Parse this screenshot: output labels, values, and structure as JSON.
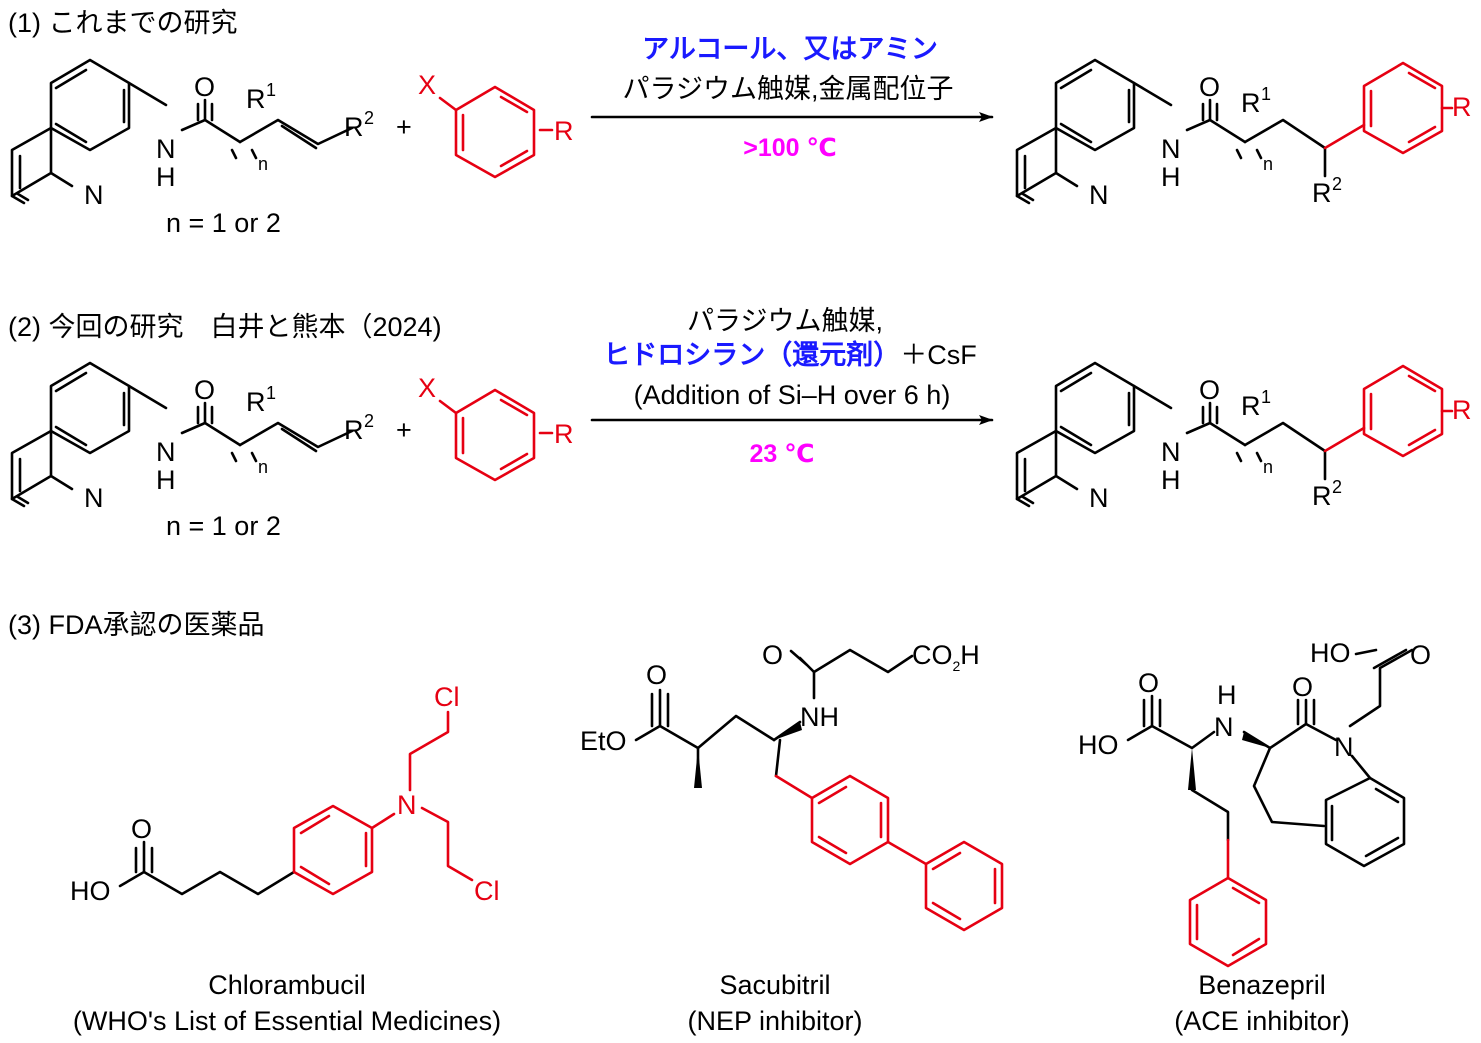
{
  "sections": {
    "s1": {
      "title": "(1) これまでの研究"
    },
    "s2": {
      "title": "(2) 今回の研究　白井と熊本（2024)"
    },
    "s3": {
      "title": "(3) FDA承認の医薬品"
    }
  },
  "reaction1": {
    "cond1": "アルコール、又はアミン",
    "cond2": "パラジウム触媒,金属配位子",
    "temp": ">100 ℃",
    "n_note": "n = 1 or 2"
  },
  "reaction2": {
    "cond1": "パラジウム触媒,",
    "cond2_a": "ヒドロシラン（還元剤）",
    "cond2_b": "＋CsF",
    "cond3": "(Addition of Si–H over 6 h)",
    "temp": "23 ℃",
    "n_note": "n = 1 or 2"
  },
  "atoms": {
    "O": "O",
    "N": "N",
    "H": "H",
    "X": "X",
    "R": "R",
    "R1": "R",
    "R1s": "1",
    "R2": "R",
    "R2s": "2",
    "n": "n",
    "plus": "+",
    "Cl": "Cl",
    "HO": "HO",
    "EtO": "EtO",
    "NH": "NH",
    "CO2H_a": "CO",
    "CO2H_s": "2",
    "CO2H_b": "H"
  },
  "drugs": [
    {
      "name": "Chlorambucil",
      "note": "(WHO's List of Essential Medicines)"
    },
    {
      "name": "Sacubitril",
      "note": "(NEP inhibitor)"
    },
    {
      "name": "Benazepril",
      "note": "(ACE inhibitor)"
    }
  ],
  "colors": {
    "highlight": "#e60012",
    "reagent": "#1a1aff",
    "temperature": "#ff00ff"
  }
}
